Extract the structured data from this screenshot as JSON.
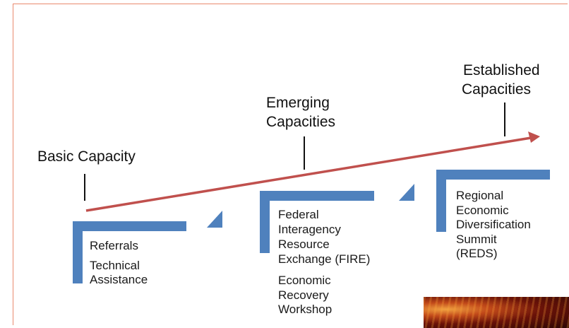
{
  "stages": {
    "basic": {
      "label": "Basic Capacity"
    },
    "emerging": {
      "label_line1": "Emerging",
      "label_line2": "Capacities"
    },
    "established": {
      "label_line1": "Established",
      "label_line2": "Capacities"
    }
  },
  "items": {
    "basic": [
      "Referrals",
      "Technical",
      "Assistance"
    ],
    "emerging": [
      "Federal",
      "Interagency",
      "Resource",
      "Exchange (FIRE)",
      "Economic",
      "Recovery",
      "Workshop"
    ],
    "established": [
      "Regional",
      "Economic",
      "Diversification",
      "Summit",
      "(REDS)"
    ]
  },
  "colors": {
    "arrow": "#c0504d",
    "bracket": "#4f81bd",
    "frame": "#e98a6e"
  },
  "icons": [
    "arrow-icon",
    "bracket-icon",
    "triangle-icon",
    "fire-thumbnail-image"
  ]
}
